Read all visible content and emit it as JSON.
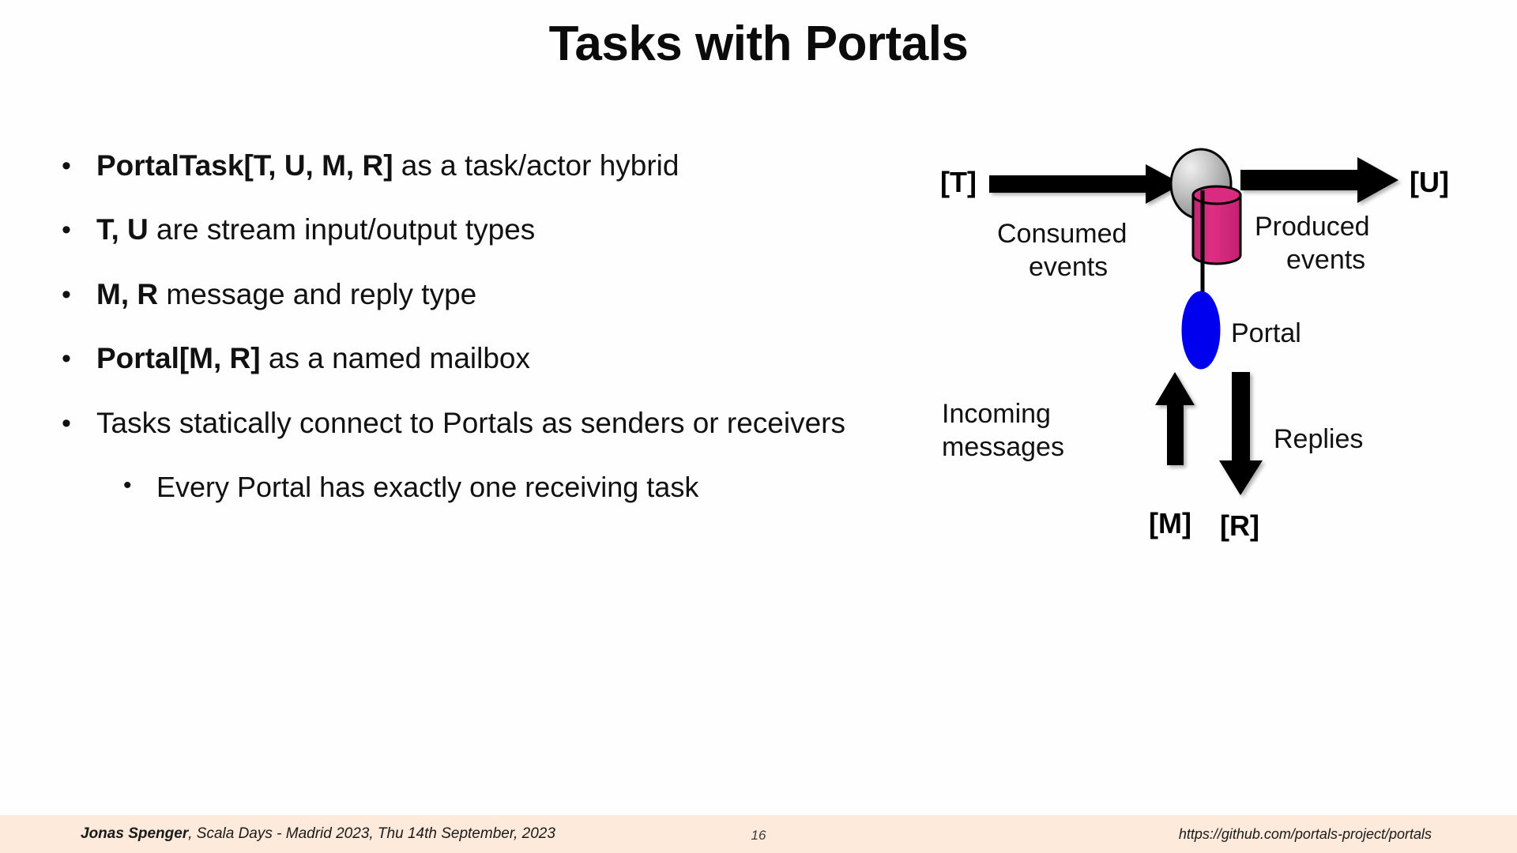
{
  "slide": {
    "title": "Tasks with Portals",
    "number": "16"
  },
  "bullets": [
    {
      "bold": "PortalTask[T, U, M, R]",
      "rest": " as a task/actor hybrid",
      "level": 1,
      "marker": "•"
    },
    {
      "bold": "T, U",
      "rest": " are stream input/output types",
      "level": 1,
      "marker": "•"
    },
    {
      "bold": "M, R",
      "rest": " message and reply type",
      "level": 1,
      "marker": "•"
    },
    {
      "bold": "Portal[M, R]",
      "rest": " as a named mailbox",
      "level": 1,
      "marker": "•"
    },
    {
      "bold": "",
      "rest": "Tasks statically connect to Portals as senders or receivers",
      "level": 1,
      "marker": "•"
    },
    {
      "bold": "",
      "rest": "Every Portal has exactly one receiving task",
      "level": 2,
      "marker": "•"
    }
  ],
  "diagram": {
    "labels": {
      "input_type": "[T]",
      "output_type": "[U]",
      "message_type": "[M]",
      "reply_type": "[R]",
      "consumed": "Consumed\nevents",
      "consumed_line1": "Consumed",
      "consumed_line2": "events",
      "produced_line1": "Produced",
      "produced_line2": "events",
      "portal": "Portal",
      "incoming_line1": "Incoming",
      "incoming_line2": "messages",
      "replies": "Replies"
    },
    "colors": {
      "task_sphere": "#b0b0b0",
      "task_sphere_highlight": "#e8e8e8",
      "state_cylinder": "#d42a7c",
      "portal_ellipse": "#0000ee",
      "arrow": "#000000",
      "outline": "#000000"
    }
  },
  "footer": {
    "author": "Jonas Spenger",
    "event": ", Scala Days - Madrid 2023, Thu 14th September, 2023",
    "url": "https://github.com/portals-project/portals",
    "band_color": "#fdeada"
  }
}
